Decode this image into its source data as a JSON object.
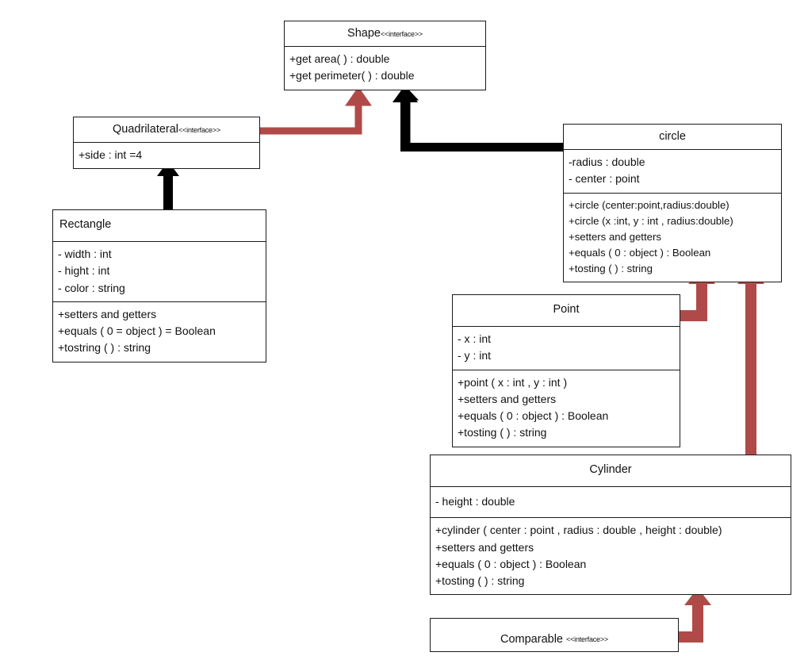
{
  "diagram": {
    "type": "uml-class-diagram",
    "colors": {
      "box_border": "#1a1a1a",
      "box_fill": "#ffffff",
      "arrow_black": "#000000",
      "arrow_red": "#b04a48"
    },
    "classes": [
      {
        "id": "shape",
        "name": "Shape",
        "stereotype": "<<interface>>",
        "attributes": [],
        "methods": [
          "+get area( ) : double",
          "+get perimeter( ) : double"
        ]
      },
      {
        "id": "quadrilateral",
        "name": "Quadrilateral",
        "stereotype": "<<interface>>",
        "attributes": [
          "+side : int =4"
        ],
        "methods": []
      },
      {
        "id": "rectangle",
        "name": "Rectangle",
        "stereotype": "",
        "attributes": [
          "- width : int",
          "- hight : int",
          "- color : string"
        ],
        "methods": [
          "+setters and getters",
          "+equals ( 0 = object ) = Boolean",
          "+tostring ( ) : string"
        ]
      },
      {
        "id": "circle",
        "name": "circle",
        "stereotype": "",
        "attributes": [
          "-radius : double",
          "- center : point"
        ],
        "methods": [
          "+circle (center:point,radius:double)",
          "+circle (x :int, y : int , radius:double)",
          "+setters and getters",
          "+equals ( 0 : object ) : Boolean",
          "+tosting ( ) : string"
        ]
      },
      {
        "id": "point",
        "name": "Point",
        "stereotype": "",
        "attributes": [
          "- x : int",
          "- y : int"
        ],
        "methods": [
          "+point ( x : int , y : int )",
          "+setters and getters",
          "+equals ( 0 : object ) : Boolean",
          "+tosting ( ) : string"
        ]
      },
      {
        "id": "cylinder",
        "name": "Cylinder",
        "stereotype": "",
        "attributes": [
          "- height : double"
        ],
        "methods": [
          "+cylinder ( center : point , radius : double , height : double)",
          "+setters and getters",
          "+equals ( 0 : object ) : Boolean",
          "+tosting ( ) : string"
        ]
      },
      {
        "id": "comparable",
        "name": "Comparable",
        "stereotype": "<<interface>>",
        "attributes": [],
        "methods": []
      }
    ],
    "relationships": [
      {
        "from": "quadrilateral",
        "to": "shape",
        "color": "red",
        "style": "elbow"
      },
      {
        "from": "circle",
        "to": "shape",
        "color": "black",
        "style": "elbow"
      },
      {
        "from": "rectangle",
        "to": "quadrilateral",
        "color": "black",
        "style": "straight"
      },
      {
        "from": "point",
        "to": "circle",
        "color": "red",
        "style": "elbow"
      },
      {
        "from": "cylinder",
        "to": "circle",
        "color": "red",
        "style": "straight"
      },
      {
        "from": "comparable",
        "to": "cylinder",
        "color": "red",
        "style": "elbow"
      }
    ]
  }
}
